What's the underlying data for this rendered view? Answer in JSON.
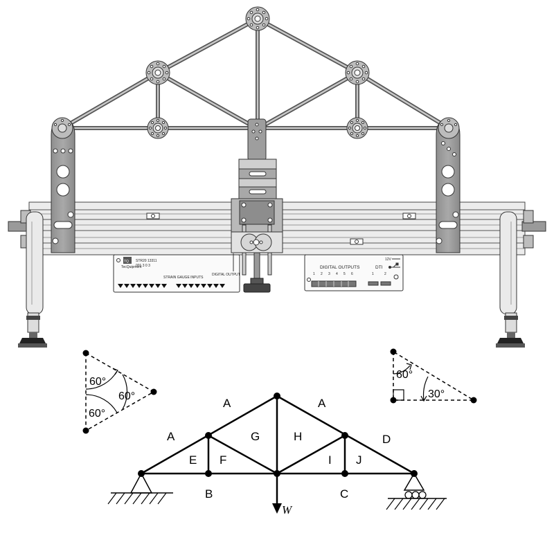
{
  "apparatus": {
    "logo_text": "TQ",
    "logo_sub": "TecQuipment",
    "strain_panel_code_1": "STR20 13311",
    "strain_panel_code_2": "001 3 0 3",
    "strain_gauge_label": "STRAIN GAUGE INPUTS",
    "digital_output_label": "DIGITAL OUTPUT",
    "digital_outputs_label": "DIGITAL OUTPUTS",
    "digital_output_numbers": [
      "1",
      "2",
      "3",
      "4",
      "5",
      "6"
    ],
    "dti_label": "DTI",
    "dti_numbers": [
      "1",
      "2"
    ],
    "power_label": "12V"
  },
  "angles": {
    "left_triangle": [
      "60°",
      "60°",
      "60°"
    ],
    "right_triangle": [
      "60°",
      "30°"
    ]
  },
  "truss": {
    "regions": [
      "A",
      "A",
      "A",
      "G",
      "H",
      "E",
      "F",
      "I",
      "J",
      "D",
      "B",
      "C"
    ],
    "load_label": "W"
  }
}
